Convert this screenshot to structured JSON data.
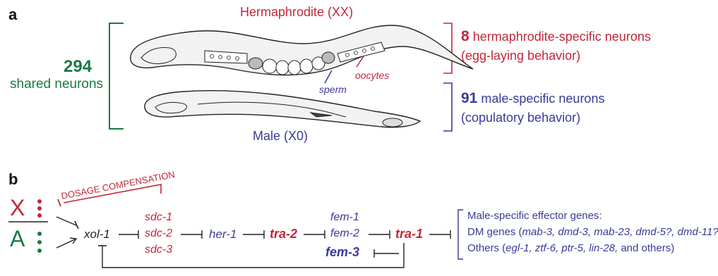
{
  "panel_a": {
    "letter": "a",
    "hermaphrodite_label": "Hermaphrodite (XX)",
    "male_label": "Male (X0)",
    "shared_count": "294",
    "shared_label": "shared neurons",
    "herm_count": "8",
    "herm_line1": "hermaphrodite-specific neurons",
    "herm_line2": "(egg-laying behavior)",
    "male_count": "91",
    "male_line1": "male-specific neurons",
    "male_line2": "(copulatory behavior)",
    "oocytes_label": "oocytes",
    "sperm_label": "sperm"
  },
  "panel_b": {
    "letter": "b",
    "dosage_label": "DOSAGE COMPENSATION",
    "x_label": "X",
    "a_label": "A",
    "genes": {
      "xol1": "xol-1",
      "sdc1": "sdc-1",
      "sdc2": "sdc-2",
      "sdc3": "sdc-3",
      "her1": "her-1",
      "tra2": "tra-2",
      "fem1": "fem-1",
      "fem2": "fem-2",
      "fem3": "fem-3",
      "tra1": "tra-1"
    },
    "effectors": {
      "title": "Male-specific effector genes:",
      "dm_prefix": "DM genes (",
      "dm_genes": "mab-3, dmd-3, mab-23, dmd-5?, dmd-11?",
      "dm_suffix": ")",
      "others_prefix": "Others (",
      "others_genes": "egl-1, ztf-6, ptr-5, lin-28,",
      "others_suffix": " and others)"
    }
  },
  "colors": {
    "red": "#c0283a",
    "blue": "#3a3a9a",
    "green": "#1a7a45",
    "dark": "#222222"
  }
}
